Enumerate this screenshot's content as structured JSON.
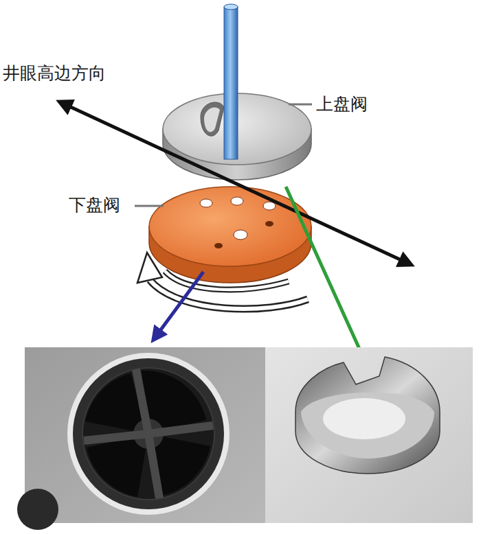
{
  "diagram": {
    "labels": [
      "井眼高边方向",
      "上盘阀",
      "下盘阀"
    ]
  }
}
